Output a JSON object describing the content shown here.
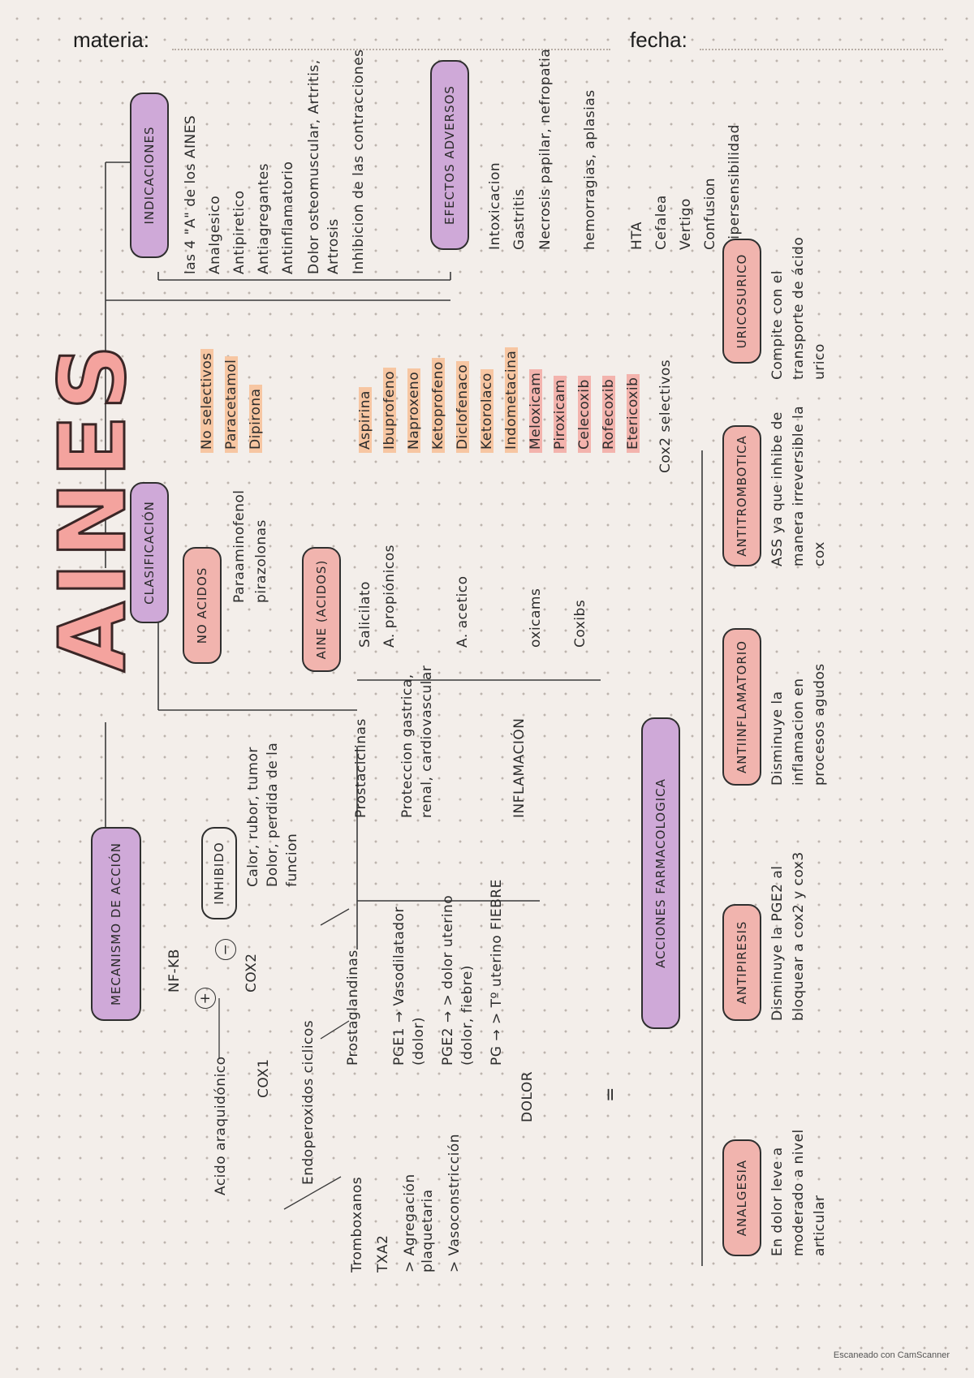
{
  "header": {
    "materia_label": "materia:",
    "fecha_label": "fecha:"
  },
  "title": "AINES",
  "mecanismo": {
    "box_label": "MECANISMO DE ACCIÓN",
    "acido": "Acido araquidónico",
    "endoperoxidos": "Endoperoxidos ciclicos",
    "cox1": "COX1",
    "nfkb": "NF-KB",
    "plus": "+",
    "minus": "−",
    "cox2": "COX2",
    "inhibido_label": "INHIBIDO",
    "signos": "Calor, rubor, tumor Dolor, perdida de la funcion",
    "tromboxanos": "Tromboxanos",
    "txa2": "TXA2",
    "agregacion": "> Agregación plaquetaria",
    "vaso": "> Vasoconstricción",
    "prostaglandinas": "Prostaglandinas",
    "pge1": "PGE1 → Vasodilatador (dolor)",
    "pge2": "PGE2 → > dolor uterino (dolor, fiebre)",
    "pg": "PG → > Tº uterino FIEBRE",
    "dolor": "DOLOR",
    "prostaciclinas": "Prostaciclinas",
    "proteccion": "Proteccion gastrica, renal, cardiovascular",
    "inflamacion": "INFLAMACIÓN"
  },
  "clasificacion": {
    "box_label": "CLASIFICACIÓN",
    "no_acidos_label": "NO ACIDOS",
    "paraaminofenol": "Paraaminofenol",
    "pirazolonas": "pirazolonas",
    "aine_acidos_label": "AINE (ACIDOS)",
    "no_selectivos": "No selectivos",
    "paracetamol": "Paracetamol",
    "dipirona": "Dipirona",
    "groups": [
      "Salicilato",
      "A. propiónicos",
      "A. acetico",
      "oxicams",
      "Coxibs"
    ],
    "drugs": [
      "Aspirina",
      "Ibuprofeno",
      "Naproxeno",
      "Ketoprofeno",
      "Diclofenaco",
      "Ketorolaco",
      "Indometacina",
      "Meloxicam",
      "Piroxicam",
      "Celecoxib",
      "Rofecoxib",
      "Etericoxib"
    ],
    "cox2_selectivos": "Cox2 selectivos"
  },
  "indicaciones": {
    "box_label": "INDICACIONES",
    "intro": "las 4 \"A\" de los AINES",
    "items": [
      "Analgesico",
      "Antipiretico",
      "Antiagregantes",
      "Antinflamatorio",
      "Dolor osteomuscular, Artritis, Artrosis",
      "Inhibicion de las contracciones"
    ]
  },
  "efectos": {
    "box_label": "EFECTOS ADVERSOS",
    "items": [
      "Intoxicacion",
      "Gastritis",
      "Necrosis papilar, nefropatia",
      "hemorragias, aplasias",
      "HTA",
      "Cefalea",
      "Vertigo",
      "Confusion",
      "Hipersensibilidad"
    ]
  },
  "acciones": {
    "box_label": "ACCIONES FARMACOLOGICA",
    "analgesia_label": "ANALGESIA",
    "analgesia_text": "En dolor leve a moderado a nivel articular",
    "antipiresis_label": "ANTIPIRESIS",
    "antipiresis_text": "Disminuye la PGE2 al bloquear a cox2 y cox3",
    "antiinflamatorio_label": "ANTIINFLAMATORIO",
    "antiinflamatorio_text": "Disminuye la inflamacion en procesos agudos",
    "antitrombotica_label": "ANTITROMBOTICA",
    "antitrombotica_text": "ASS ya que inhibe de manera irreversible la cox",
    "uricosurico_label": "URICOSURICO",
    "uricosurico_text": "Compite con el transporte de ácido urico"
  },
  "equals": "=",
  "scanner": "Escaneado con CamScanner"
}
